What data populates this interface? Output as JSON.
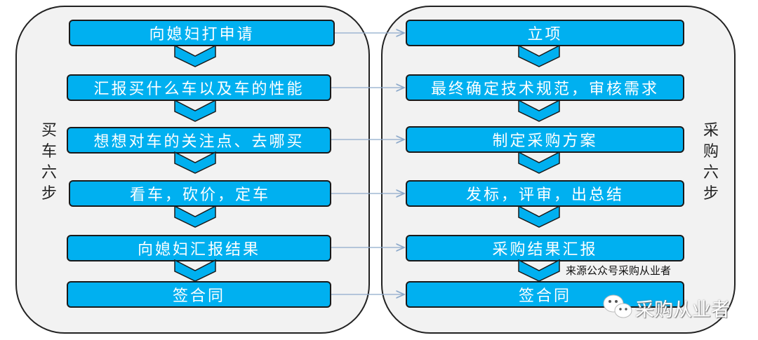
{
  "left": {
    "label": "买车六步",
    "steps": [
      "向媳妇打申请",
      "汇报买什么车以及车的性能",
      "想想对车的关注点、去哪买",
      "看车，砍价，定车",
      "向媳妇汇报结果",
      "签合同"
    ]
  },
  "right": {
    "label": "采购六步",
    "steps": [
      "立项",
      "最终确定技术规范，审核需求",
      "制定采购方案",
      "发标，评审，出总结",
      "采购结果汇报",
      "签合同"
    ]
  },
  "watermark": "来源公众号采购从业者",
  "brand": {
    "icon": "wechat-icon",
    "text": "采购从业者"
  },
  "colors": {
    "box": "#00b0f0",
    "panel": "#f2f2f2",
    "arrow": "#8eaacb"
  }
}
